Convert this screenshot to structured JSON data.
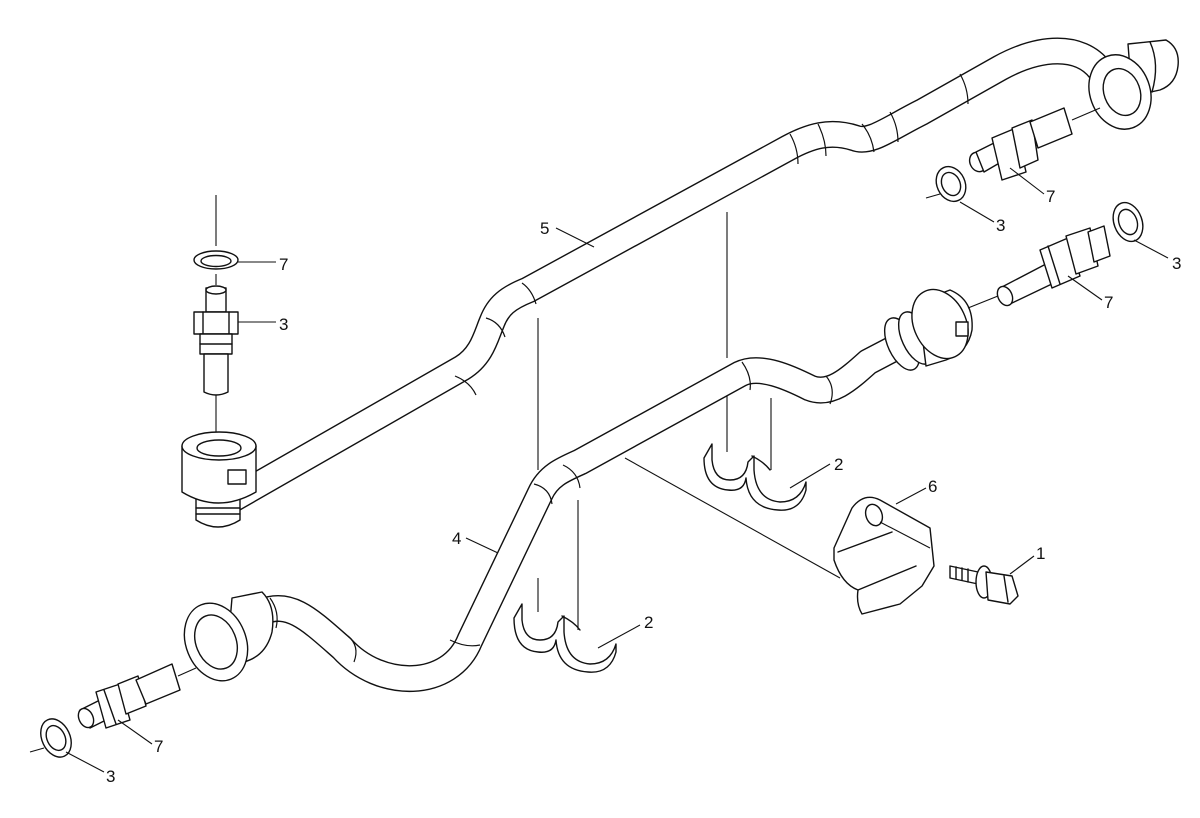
{
  "callouts": [
    {
      "id": "c1",
      "text": "1"
    },
    {
      "id": "c2a",
      "text": "2"
    },
    {
      "id": "c2b",
      "text": "2"
    },
    {
      "id": "c3a",
      "text": "3"
    },
    {
      "id": "c3b",
      "text": "3"
    },
    {
      "id": "c3c",
      "text": "3"
    },
    {
      "id": "c3d",
      "text": "3"
    },
    {
      "id": "c4",
      "text": "4"
    },
    {
      "id": "c5",
      "text": "5"
    },
    {
      "id": "c6",
      "text": "6"
    },
    {
      "id": "c7a",
      "text": "7"
    },
    {
      "id": "c7b",
      "text": "7"
    },
    {
      "id": "c7c",
      "text": "7"
    },
    {
      "id": "c7d",
      "text": "7"
    }
  ]
}
